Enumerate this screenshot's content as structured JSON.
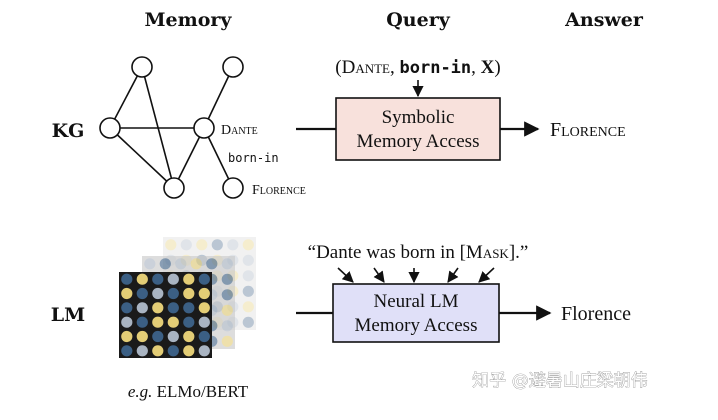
{
  "headers": {
    "memory": "Memory",
    "query": "Query",
    "answer": "Answer"
  },
  "rows": {
    "kg": "KG",
    "lm": "LM"
  },
  "kg": {
    "query_open": "(",
    "query_subject": "Dante",
    "query_sep1": ", ",
    "query_relation": "born-in",
    "query_sep2": ", ",
    "query_var": "X",
    "query_close": ")",
    "box_line1": "Symbolic",
    "box_line2": "Memory Access",
    "answer": "Florence",
    "node_dante": "Dante",
    "edge_label": "born-in",
    "node_florence": "Florence"
  },
  "lm": {
    "prompt_open": "“Dante was born in [",
    "prompt_mask": "Mask",
    "prompt_close": "].”",
    "box_line1": "Neural LM",
    "box_line2": "Memory Access",
    "answer": "Florence",
    "caption_eg": "e.g.",
    "caption_models": "ELMo/BERT"
  },
  "watermark": "知乎 @避暑山庄梁朝伟",
  "colors": {
    "symbolic_box_fill": "#f8e1dc",
    "neural_box_fill": "#e0e0f8",
    "grid_dot_blue": "#3b5f84",
    "grid_dot_yellow": "#e3cd76",
    "grid_dot_gray": "#a9b4c2"
  }
}
